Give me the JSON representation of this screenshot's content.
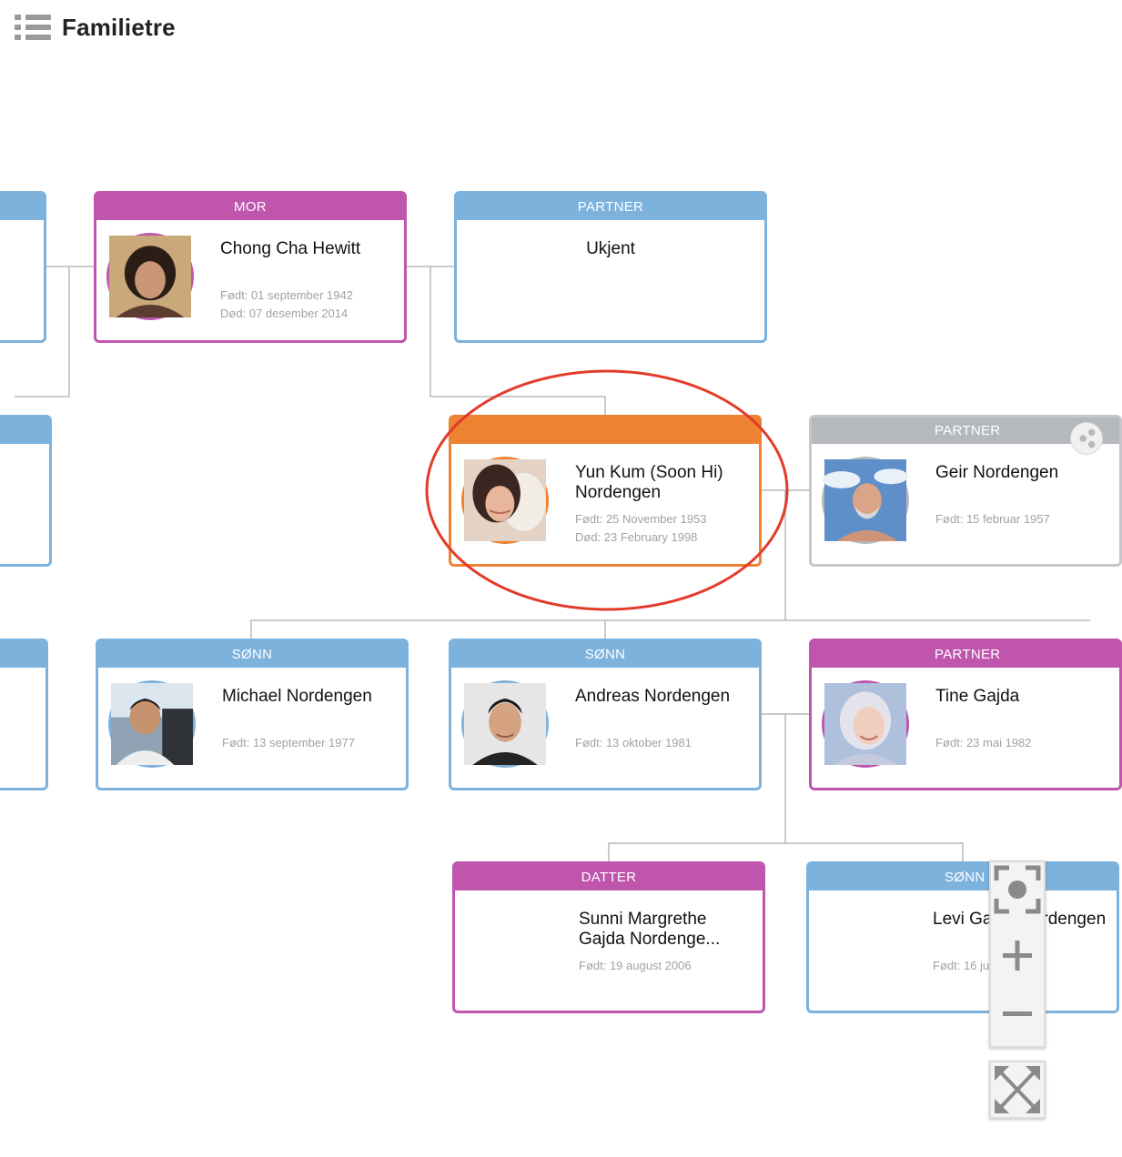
{
  "header": {
    "title": "Familietre"
  },
  "cards": {
    "mother": {
      "role": "MOR",
      "name": "Chong Cha Hewitt",
      "born": "Født: 01 september 1942",
      "died": "Død: 07 desember 2014"
    },
    "mother_partner": {
      "role": "PARTNER",
      "name": "Ukjent"
    },
    "focus": {
      "role": "",
      "name": "Yun Kum (Soon Hi) Nordengen",
      "born": "Født: 25 November 1953",
      "died": "Død: 23 February 1998"
    },
    "focus_partner": {
      "role": "PARTNER",
      "name": "Geir Nordengen",
      "born": "Født: 15 februar 1957"
    },
    "son1": {
      "role": "SØNN",
      "name": "Michael Nordengen",
      "born": "Født: 13 september 1977"
    },
    "son2": {
      "role": "SØNN",
      "name": "Andreas Nordengen",
      "born": "Født: 13 oktober 1981"
    },
    "son2_partner": {
      "role": "PARTNER",
      "name": "Tine Gajda",
      "born": "Født: 23 mai 1982"
    },
    "daughter": {
      "role": "DATTER",
      "name": "Sunni Margrethe Gajda Nordenge...",
      "born": "Født: 19 august 2006"
    },
    "grandson": {
      "role": "SØNN",
      "name": "Levi Gajda Nordengen",
      "born": "Født: 16 juni 2010"
    }
  },
  "controls": {
    "center": "focus-icon",
    "zoom_in": "plus-icon",
    "zoom_out": "minus-icon",
    "fullscreen": "expand-icon"
  },
  "colors": {
    "male": "#7db2dd",
    "female": "#bf55ad",
    "focus": "#ec8232",
    "unknown": "#b5b8bd",
    "annotation": "#e33b2a"
  }
}
